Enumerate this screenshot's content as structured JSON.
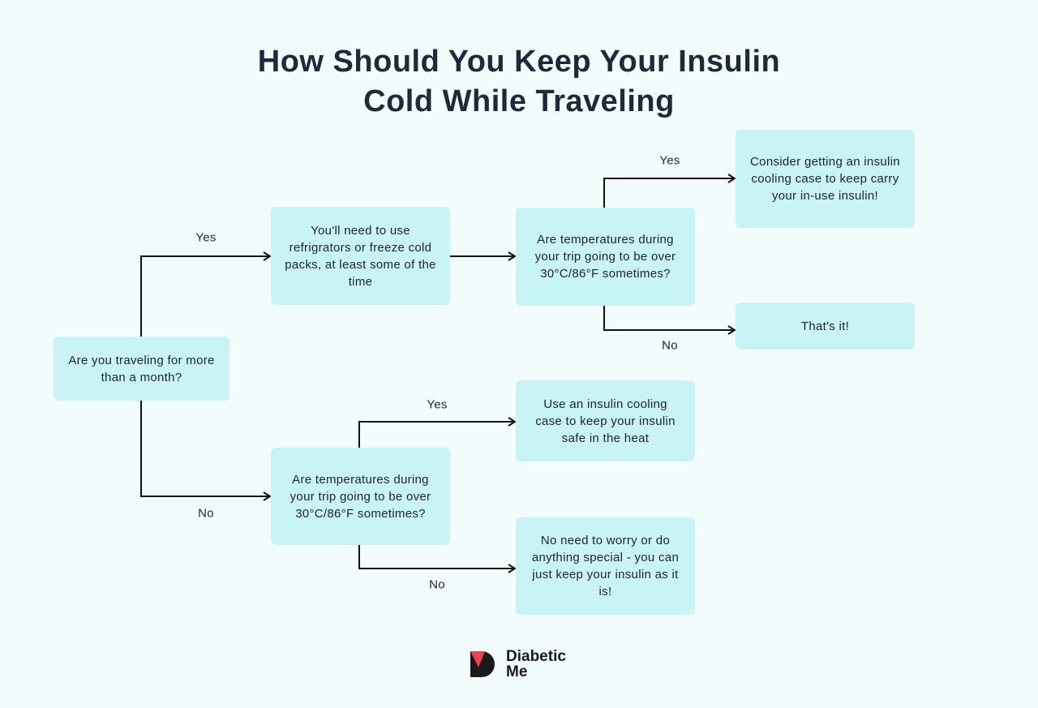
{
  "title": {
    "line1": "How Should You Keep Your Insulin",
    "line2": "Cold While Traveling"
  },
  "nodes": {
    "start": "Are you traveling for more than a month?",
    "fridge": "You'll need to use refrigrators or freeze cold packs, at least some of the time",
    "temp_long": "Are temperatures during your trip going to be over 30°C/86°F sometimes?",
    "cooling_case_consider": "Consider getting an insulin cooling case to keep carry your in-use insulin!",
    "thats_it": "That's it!",
    "temp_short": "Are temperatures during your trip going to be over 30°C/86°F sometimes?",
    "cooling_case_use": "Use an insulin cooling case to keep your insulin safe in the heat",
    "no_worry": "No need to worry or do anything special - you can just keep your insulin as it is!"
  },
  "edges": {
    "start_yes": "Yes",
    "start_no": "No",
    "long_yes": "Yes",
    "long_no": "No",
    "short_yes": "Yes",
    "short_no": "No"
  },
  "logo": {
    "line1": "Diabetic",
    "line2": "Me",
    "accent": "#e8434f",
    "dark": "#1a1a1a"
  },
  "colors": {
    "background": "#f2fcfd",
    "box": "#c8f4f6",
    "title": "#1e2a3a"
  }
}
